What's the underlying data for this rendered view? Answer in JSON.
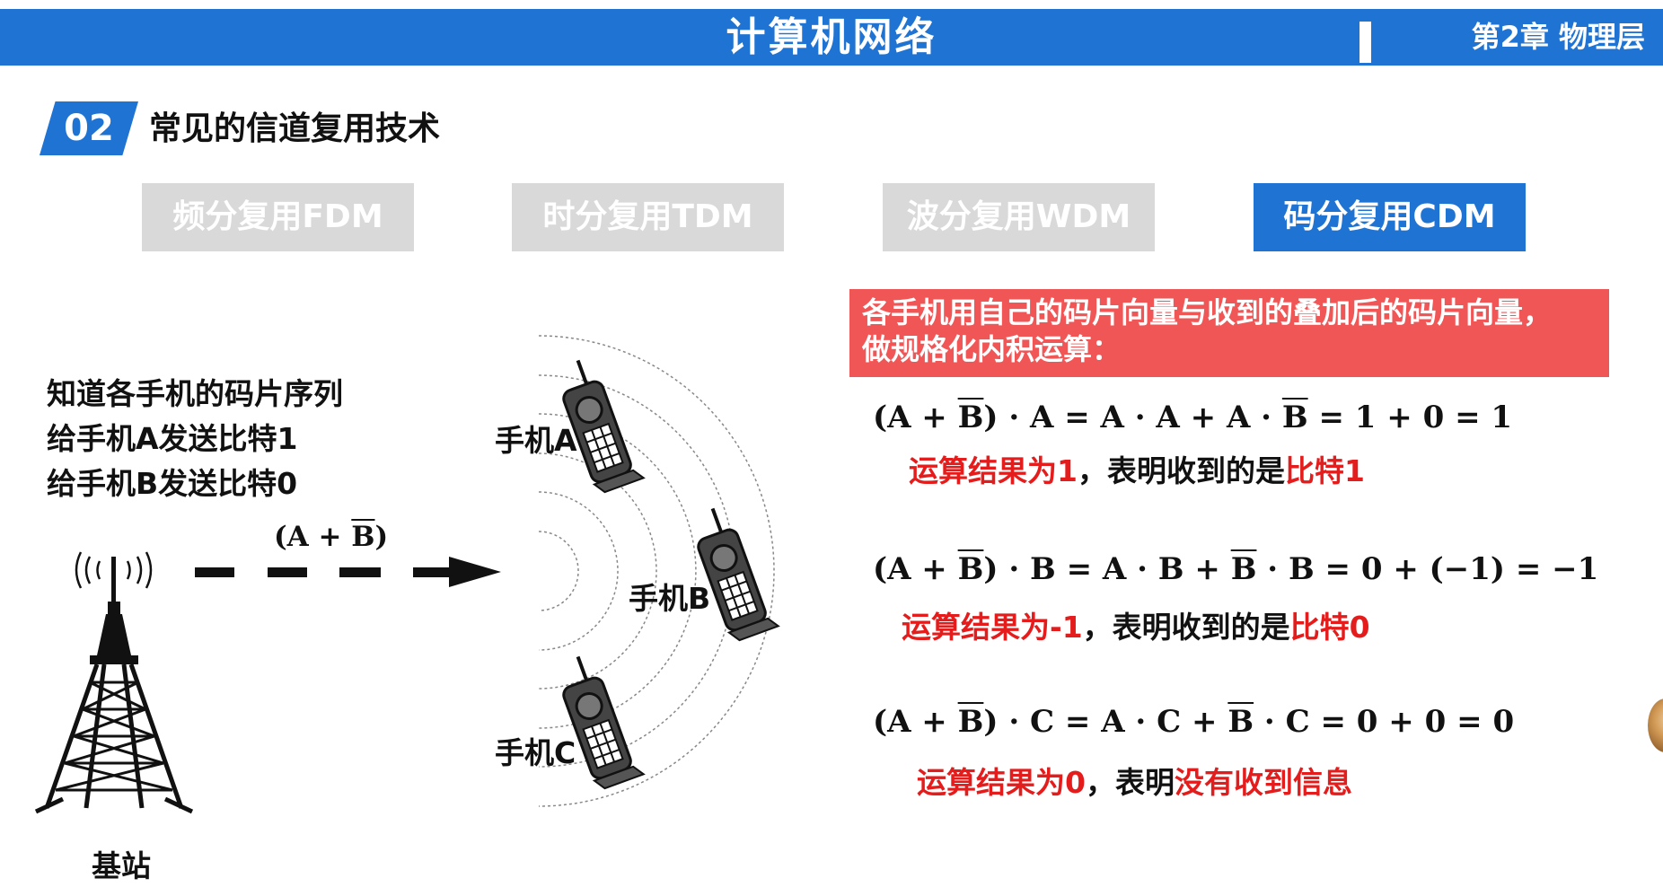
{
  "header": {
    "title": "计算机网络",
    "chapter": "第2章 物理层"
  },
  "section": {
    "number": "02",
    "title": "常见的信道复用技术"
  },
  "tabs": [
    {
      "label": "频分复用FDM",
      "active": false
    },
    {
      "label": "时分复用TDM",
      "active": false
    },
    {
      "label": "波分复用WDM",
      "active": false
    },
    {
      "label": "码分复用CDM",
      "active": true
    }
  ],
  "info_box": {
    "line1": "各手机用自己的码片向量与收到的叠加后的码片向量，",
    "line2": "做规格化内积运算："
  },
  "left_text": {
    "line1": "知道各手机的码片序列",
    "line2": "给手机A发送比特1",
    "line3": "给手机B发送比特0"
  },
  "diagram": {
    "signal_label": "(A + B)",
    "base_station_label": "基站",
    "phone_a": "手机A",
    "phone_b": "手机B",
    "phone_c": "手机C"
  },
  "formulas": [
    {
      "text": "(A + B) · A = A · A + A · B = 1 + 0 = 1",
      "result_red1": "运算结果为1",
      "result_dark": "，表明收到的是",
      "result_red2": "比特1"
    },
    {
      "text": "(A + B) · B = A · B + B · B = 0 + (−1) = −1",
      "result_red1": "运算结果为-1",
      "result_dark": "，表明收到的是",
      "result_red2": "比特0"
    },
    {
      "text": "(A + B) · C = A · C + B · C = 0 + 0 = 0",
      "result_red1": "运算结果为0",
      "result_dark": "，表明",
      "result_red2": "没有收到信息"
    }
  ],
  "colors": {
    "header_blue": "#1f73d3",
    "tab_inactive": "#d9d9d9",
    "info_red": "#f15657",
    "result_red": "#e51c1c"
  }
}
